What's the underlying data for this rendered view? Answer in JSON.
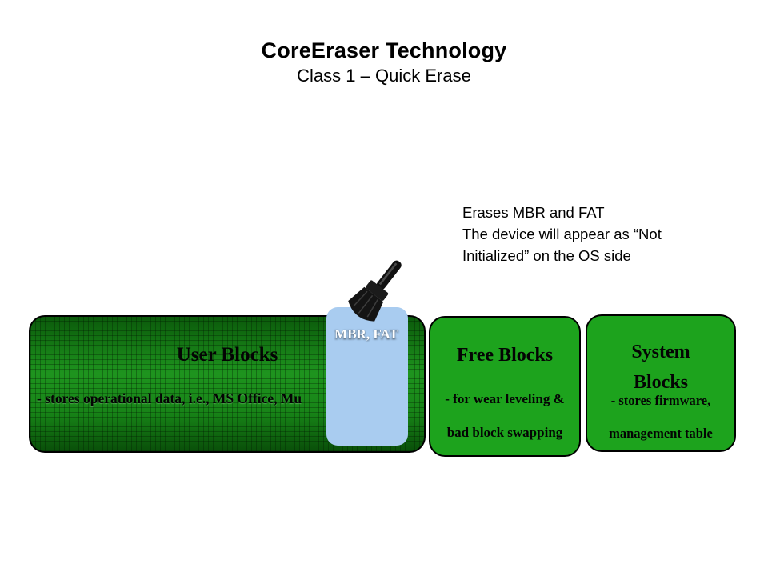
{
  "header": {
    "title": "CoreEraser Technology",
    "subtitle": "Class 1 – Quick Erase"
  },
  "annotation": {
    "lines": [
      "Erases MBR and FAT",
      "The device will appear as “Not",
      "Initialized” on the OS side"
    ]
  },
  "eraser": {
    "label": "MBR, FAT",
    "icon": "brush-icon",
    "highlight_color": "#a9ccf0"
  },
  "blocks": {
    "user": {
      "title": "User Blocks",
      "desc": "- stores operational data, i.e., MS Office, Mu",
      "color": "#147a14"
    },
    "free": {
      "title": "Free Blocks",
      "desc_lines": [
        "- for wear leveling &",
        "bad block swapping"
      ],
      "color": "#1da31d"
    },
    "system": {
      "title": "System Blocks",
      "desc_lines": [
        "- stores firmware,",
        "management table"
      ],
      "color": "#1da31d"
    }
  }
}
